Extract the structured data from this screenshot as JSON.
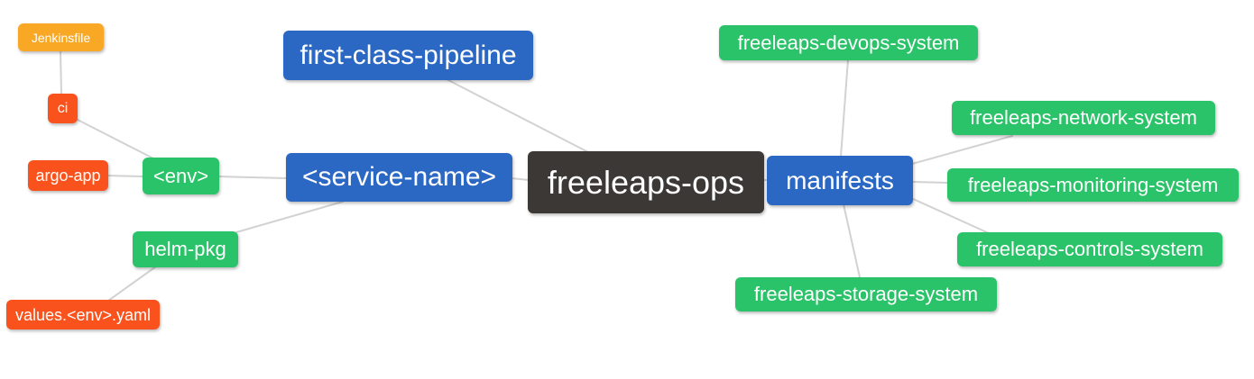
{
  "diagram": {
    "type": "mindmap",
    "background_color": "#ffffff",
    "link_color": "#d2d2d2",
    "text_color": "#ffffff",
    "palette": {
      "blue": "#2b68c4",
      "green": "#2bc369",
      "red": "#fa521d",
      "amber": "#f9a825",
      "dark": "#3b3836"
    },
    "nodes": [
      {
        "id": "jenkinsfile",
        "label": "Jenkinsfile",
        "color": "amber"
      },
      {
        "id": "ci",
        "label": "ci",
        "color": "red"
      },
      {
        "id": "argo-app",
        "label": "argo-app",
        "color": "red"
      },
      {
        "id": "env",
        "label": "<env>",
        "color": "green"
      },
      {
        "id": "helm-pkg",
        "label": "helm-pkg",
        "color": "green"
      },
      {
        "id": "values-env-yaml",
        "label": "values.<env>.yaml",
        "color": "red"
      },
      {
        "id": "first-class-pipeline",
        "label": "first-class-pipeline",
        "color": "blue"
      },
      {
        "id": "service-name",
        "label": "<service-name>",
        "color": "blue"
      },
      {
        "id": "freeleaps-ops",
        "label": "freeleaps-ops",
        "color": "dark"
      },
      {
        "id": "manifests",
        "label": "manifests",
        "color": "blue"
      },
      {
        "id": "freeleaps-devops-system",
        "label": "freeleaps-devops-system",
        "color": "green"
      },
      {
        "id": "freeleaps-network-system",
        "label": "freeleaps-network-system",
        "color": "green"
      },
      {
        "id": "freeleaps-monitoring-system",
        "label": "freeleaps-monitoring-system",
        "color": "green"
      },
      {
        "id": "freeleaps-controls-system",
        "label": "freeleaps-controls-system",
        "color": "green"
      },
      {
        "id": "freeleaps-storage-system",
        "label": "freeleaps-storage-system",
        "color": "green"
      }
    ],
    "edges": [
      {
        "from": "jenkinsfile",
        "to": "ci"
      },
      {
        "from": "ci",
        "to": "env"
      },
      {
        "from": "argo-app",
        "to": "env"
      },
      {
        "from": "env",
        "to": "service-name"
      },
      {
        "from": "helm-pkg",
        "to": "service-name"
      },
      {
        "from": "helm-pkg",
        "to": "values-env-yaml"
      },
      {
        "from": "first-class-pipeline",
        "to": "freeleaps-ops"
      },
      {
        "from": "service-name",
        "to": "freeleaps-ops"
      },
      {
        "from": "freeleaps-ops",
        "to": "manifests"
      },
      {
        "from": "manifests",
        "to": "freeleaps-devops-system"
      },
      {
        "from": "manifests",
        "to": "freeleaps-network-system"
      },
      {
        "from": "manifests",
        "to": "freeleaps-monitoring-system"
      },
      {
        "from": "manifests",
        "to": "freeleaps-controls-system"
      },
      {
        "from": "manifests",
        "to": "freeleaps-storage-system"
      }
    ]
  }
}
